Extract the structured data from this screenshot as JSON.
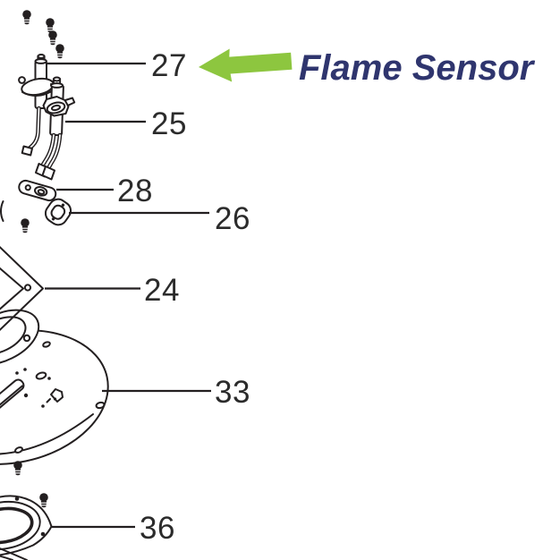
{
  "diagram": {
    "type": "exploded-parts-diagram",
    "background_color": "#ffffff",
    "line_color": "#231f20",
    "callout_text_color": "#2b2b2b",
    "callouts": [
      {
        "number": "27"
      },
      {
        "number": "25"
      },
      {
        "number": "28"
      },
      {
        "number": "26"
      },
      {
        "number": "24"
      },
      {
        "number": "33"
      },
      {
        "number": "36"
      }
    ],
    "annotation": {
      "label": "Flame Sensor",
      "text_color": "#2f356e",
      "arrow_icon": "left-arrow",
      "arrow_color": "#8dc63f",
      "points_to_callout": "27"
    }
  }
}
